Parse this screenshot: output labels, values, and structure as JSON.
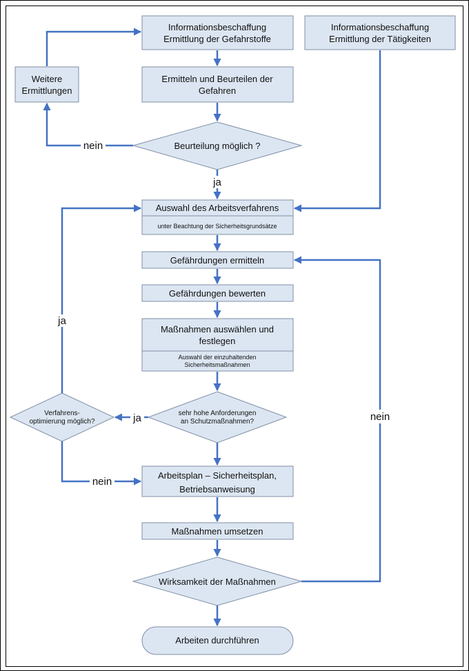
{
  "diagram": {
    "nodes": {
      "info_gefahrstoffe_1": "Informationsbeschaffung",
      "info_gefahrstoffe_2": "Ermittlung der Gefahrstoffe",
      "info_taetigkeiten_1": "Informationsbeschaffung",
      "info_taetigkeiten_2": "Ermittlung der Tätigkeiten",
      "weitere_1": "Weitere",
      "weitere_2": "Ermittlungen",
      "ermitteln_1": "Ermitteln und Beurteilen der",
      "ermitteln_2": "Gefahren",
      "beurteilung": "Beurteilung möglich ?",
      "auswahl": "Auswahl des Arbeitsverfahrens",
      "auswahl_sub": "unter Beachtung der Sicherheitsgrundsätze",
      "gef_ermitteln": "Gefährdungen ermitteln",
      "gef_bewerten": "Gefährdungen bewerten",
      "massnahmen_1": "Maßnahmen auswählen und",
      "massnahmen_2": "festlegen",
      "massnahmen_sub_1": "Auswahl der einzuhaltenden",
      "massnahmen_sub_2": "Sicherheitsmaßnahmen",
      "anforderungen_1": "sehr hohe Anforderungen",
      "anforderungen_2": "an Schutzmaßnahmen?",
      "verfahren_1": "Verfahrens-",
      "verfahren_2": "optimierung möglich?",
      "arbeitsplan_1": "Arbeitsplan – Sicherheitsplan,",
      "arbeitsplan_2": "Betriebsanweisung",
      "umsetzen": "Maßnahmen umsetzen",
      "wirksamkeit": "Wirksamkeit der Maßnahmen",
      "durchfuehren": "Arbeiten durchführen"
    },
    "edge_labels": {
      "nein_beurteilung": "nein",
      "ja_beurteilung": "ja",
      "ja_verfahren": "ja",
      "ja_anforderungen": "ja",
      "nein_verfahren": "nein",
      "nein_wirksamkeit": "nein"
    },
    "colors": {
      "box_fill": "#dce6f2",
      "box_stroke": "#7f8fa6",
      "arrow": "#4472c4"
    }
  }
}
